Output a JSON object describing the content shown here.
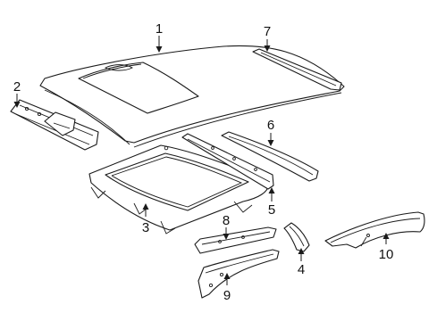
{
  "diagram": {
    "callouts": [
      {
        "id": "1",
        "text": "1"
      },
      {
        "id": "2",
        "text": "2"
      },
      {
        "id": "3",
        "text": "3"
      },
      {
        "id": "4",
        "text": "4"
      },
      {
        "id": "5",
        "text": "5"
      },
      {
        "id": "6",
        "text": "6"
      },
      {
        "id": "7",
        "text": "7"
      },
      {
        "id": "8",
        "text": "8"
      },
      {
        "id": "9",
        "text": "9"
      },
      {
        "id": "10",
        "text": "10"
      }
    ],
    "colors": {
      "line": "#1a1a1a",
      "background": "#ffffff"
    }
  }
}
